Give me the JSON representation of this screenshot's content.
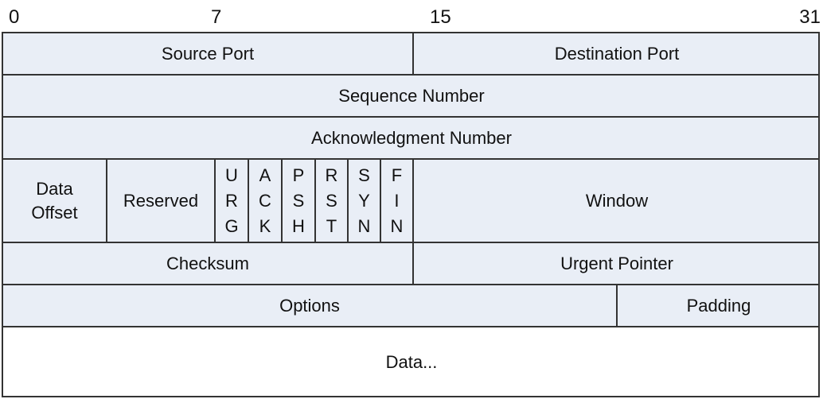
{
  "bit_markers": [
    "0",
    "7",
    "15",
    "31"
  ],
  "fields": {
    "source_port": "Source Port",
    "destination_port": "Destination Port",
    "sequence_number": "Sequence Number",
    "acknowledgment_number": "Acknowledgment Number",
    "data_offset": [
      "Data",
      "Offset"
    ],
    "reserved": "Reserved",
    "flags": [
      [
        "U",
        "R",
        "G"
      ],
      [
        "A",
        "C",
        "K"
      ],
      [
        "P",
        "S",
        "H"
      ],
      [
        "R",
        "S",
        "T"
      ],
      [
        "S",
        "Y",
        "N"
      ],
      [
        "F",
        "I",
        "N"
      ]
    ],
    "window": "Window",
    "checksum": "Checksum",
    "urgent_pointer": "Urgent Pointer",
    "options": "Options",
    "padding": "Padding",
    "data": "Data..."
  },
  "colors": {
    "field_fill": "#e9eef6",
    "data_fill": "#ffffff",
    "border": "#333333"
  }
}
